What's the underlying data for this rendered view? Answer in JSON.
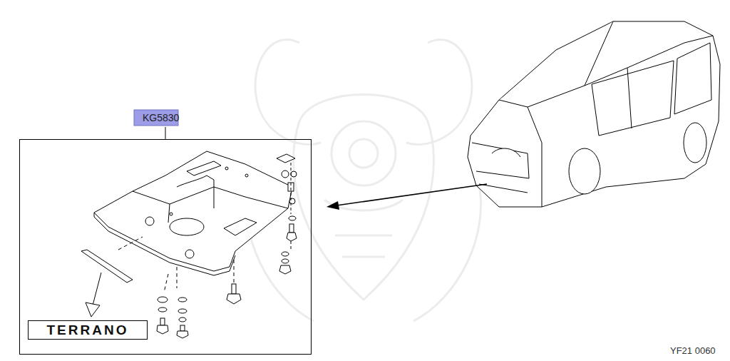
{
  "diagram": {
    "nodes": [
      {
        "text": [
          "KG5830"
        ]
      },
      {
        "text": [
          "TERRANO"
        ],
        "in": 0
      }
    ],
    "labels": [
      "YF21 0060"
    ]
  }
}
